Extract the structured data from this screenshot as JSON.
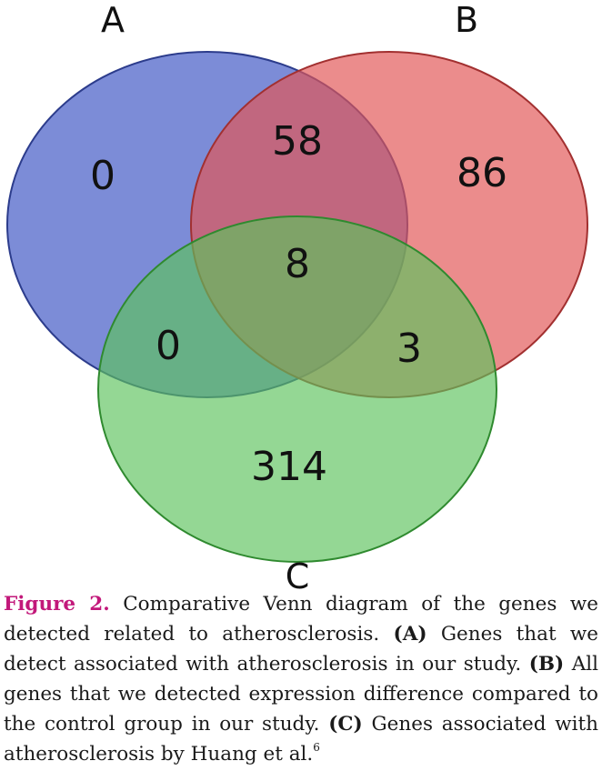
{
  "sets": [
    {
      "id": "A",
      "label": "A",
      "color": "#4a5fc7"
    },
    {
      "id": "B",
      "label": "B",
      "color": "#e25555"
    },
    {
      "id": "C",
      "label": "C",
      "color": "#5cc35c"
    }
  ],
  "regions": {
    "a_only": "0",
    "b_only": "86",
    "c_only": "314",
    "ab": "58",
    "ac": "0",
    "bc": "3",
    "abc": "8"
  },
  "caption": {
    "figure_label": "Figure 2.",
    "intro": "Comparative Venn diagram of the genes we detected related to atherosclerosis.",
    "items": [
      {
        "marker": "(A)",
        "text": "Genes that we detect associated with atherosclerosis in our study."
      },
      {
        "marker": "(B)",
        "text": "All genes that we detected expression difference compared to the control group in our study."
      },
      {
        "marker": "(C)",
        "text": "Genes associated with atherosclerosis by Huang et al."
      }
    ],
    "reference": "6",
    "label_color": "#c2187a"
  }
}
